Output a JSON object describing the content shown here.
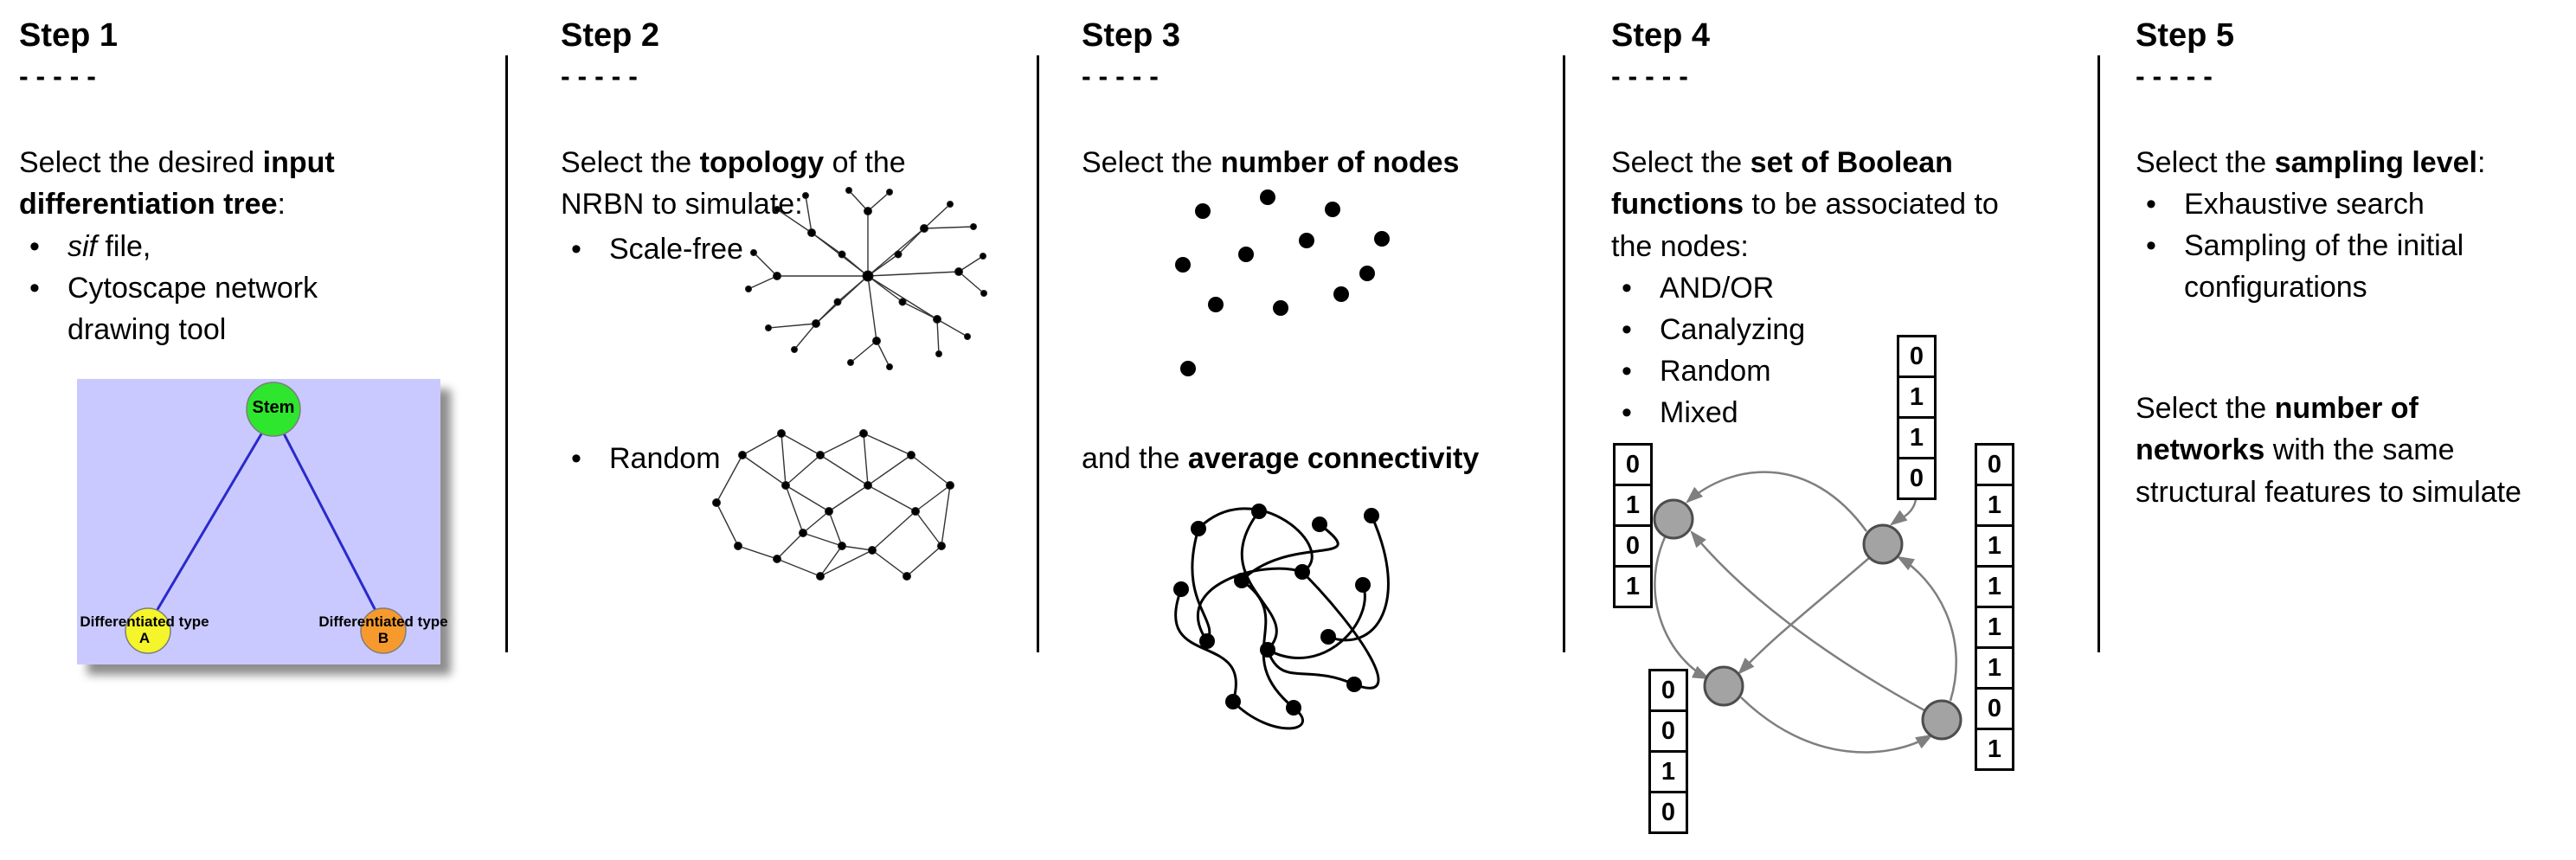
{
  "figure": {
    "steps": [
      {
        "title": "Step 1",
        "dashes": "- - - - -",
        "intro_pre": "Select the desired ",
        "intro_bold": "input differentiation tree",
        "intro_post": ":",
        "bullet1_italic": "sif",
        "bullet1_rest": " file,",
        "bullet2": "Cytoscape network drawing tool",
        "tree": {
          "stem_label": "Stem",
          "type_a_label": "Differentiated type A",
          "type_b_label": "Differentiated type B",
          "background_color": "#c9c9ff",
          "stem_color": "#2ee62e",
          "type_a_color": "#f5f52b",
          "type_b_color": "#f79a2e",
          "edge_color": "#2929cc"
        }
      },
      {
        "title": "Step 2",
        "dashes": "- - - - -",
        "intro_pre": "Select the ",
        "intro_bold": "topology",
        "intro_post": " of the NRBN to simulate:",
        "bullets": [
          "Scale-free",
          "Random"
        ]
      },
      {
        "title": "Step 3",
        "dashes": "- - - - -",
        "line1_pre": "Select the ",
        "line1_bold": "number of nodes",
        "line2_pre": "and the ",
        "line2_bold": "average connectivity"
      },
      {
        "title": "Step 4",
        "dashes": "- - - - -",
        "intro_pre": "Select the ",
        "intro_bold": "set of Boolean functions",
        "intro_post": " to be associated to the nodes:",
        "bullets": [
          "AND/OR",
          "Canalyzing",
          "Random",
          "Mixed"
        ],
        "tables": {
          "top": [
            "0",
            "1",
            "1",
            "0"
          ],
          "left": [
            "0",
            "1",
            "0",
            "1"
          ],
          "bottom_left": [
            "0",
            "0",
            "1",
            "0"
          ],
          "right": [
            "0",
            "1",
            "1",
            "1",
            "1",
            "1",
            "0",
            "1"
          ]
        }
      },
      {
        "title": "Step 5",
        "dashes": "- - - - -",
        "intro_pre": "Select the ",
        "intro_bold": "sampling level",
        "intro_post": ":",
        "bullets": [
          "Exhaustive search",
          "Sampling of the initial configurations"
        ],
        "second_line1_pre": "Select the ",
        "second_line1_bold": "number of",
        "second_line2_bold": "networks",
        "second_line2_post": " with the same",
        "second_line3": "structural features to simulate"
      }
    ]
  }
}
